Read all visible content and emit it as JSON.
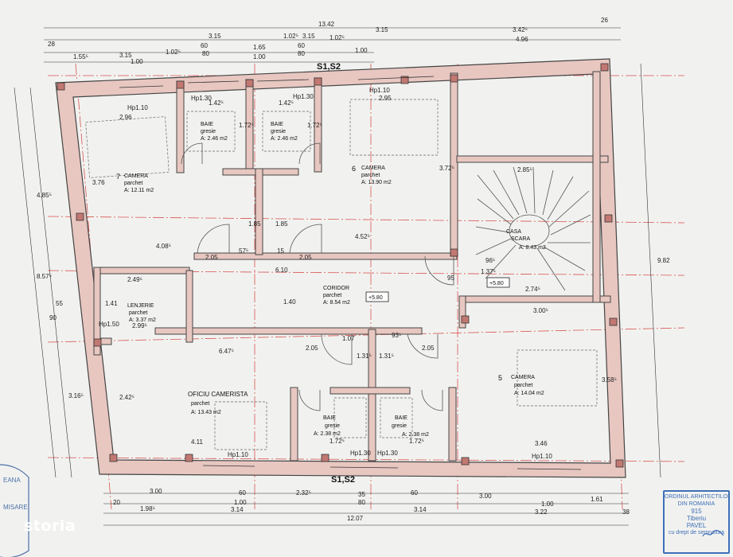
{
  "rooms": {
    "camera7": {
      "number": "7",
      "name": "CAMERA",
      "floor": "parchet",
      "area": "A: 12.11 m2"
    },
    "baie1": {
      "name": "BAIE",
      "floor": "gresie",
      "area": "A: 2.46 m2"
    },
    "baie2": {
      "name": "BAIE",
      "floor": "gresie",
      "area": "A: 2.46 m2"
    },
    "camera6": {
      "number": "6",
      "name": "CAMERA",
      "floor": "parchet",
      "area": "A: 13.90 m2"
    },
    "casa_scara": {
      "name1": "CASA",
      "name2": "SCARA",
      "area": "A: 8.43 m2",
      "level": "+5.80"
    },
    "coridor": {
      "name": "CORIDOR",
      "floor": "parchet",
      "area": "A: 8.54 m2",
      "level": "+5.80"
    },
    "lenjerie": {
      "name": "LENJERIE",
      "floor": "parchet",
      "area": "A: 3.37 m2"
    },
    "oficiu": {
      "name": "OFICIU CAMERISTA",
      "floor": "parchet",
      "area": "A: 13.43 m2"
    },
    "baie3": {
      "name": "BAIE",
      "floor": "gresie",
      "area": "A: 2.38 m2"
    },
    "baie4": {
      "name": "BAIE",
      "floor": "gresie",
      "area": "A: 2.38 m2"
    },
    "camera5": {
      "number": "5",
      "name": "CAMERA",
      "floor": "parchet",
      "area": "A: 14.04 m2"
    }
  },
  "section_marks": {
    "top": "S1,S2",
    "bottom": "S1,S2"
  },
  "dimensions": {
    "top_row1": [
      "28",
      "3.15",
      "13.42",
      "3.15",
      "26"
    ],
    "top_row1b": [
      "1.55⁵",
      "1.02⁵",
      "3.42⁵",
      "4.96"
    ],
    "top_row2": [
      "3.15",
      "1.02⁵",
      "60",
      "1.65",
      "60",
      "1.02⁵",
      "3.15"
    ],
    "top_row3": [
      "1.00",
      "80",
      "1.00",
      "80",
      "1.00"
    ],
    "left": [
      "4.85⁵",
      "8.57⁵",
      "90",
      "55",
      "3.16⁵"
    ],
    "right": [
      "9.82"
    ],
    "bottom_row1": [
      "3.00",
      "60",
      "2.32⁵",
      "60",
      "3.00"
    ],
    "bottom_row2": [
      "20",
      "1.00",
      "35",
      "1.00"
    ],
    "bottom_row3": [
      "1.98⁵",
      "3.14",
      "80",
      "3.14",
      "3.22",
      "38"
    ],
    "bottom_row4": [
      "12.07",
      "1.61"
    ],
    "hp_top": [
      "Hp1.30",
      "Hp1.30",
      "Hp1.10",
      "Hp1.10"
    ],
    "hp_bottom": [
      "Hp1.10",
      "Hp1.30",
      "Hp1.30",
      "Hp1.10"
    ],
    "inner": [
      "2.96",
      "1.42⁵",
      "1.42⁵",
      "2.95",
      "1.72⁵",
      "1.72⁵",
      "3.76",
      "3.72⁵",
      "2.85⁵",
      "4.08⁵",
      "4.52⁵",
      "6.10",
      "1.85",
      "1.85",
      "57⁵",
      "15",
      "2.05",
      "2.05",
      "96⁵",
      "95",
      "1.37⁵",
      "2.74⁵",
      "3.00⁵",
      "2.49⁵",
      "2.99⁵",
      "1.41",
      "Hp1.50",
      "6.47⁵",
      "1.40",
      "1.07",
      "93⁵",
      "2.05",
      "2.05",
      "2.42⁵",
      "4.11",
      "3.46",
      "3.58⁵",
      "1.72⁵",
      "1.72⁵",
      "1.31⁵",
      "1.31⁵"
    ]
  },
  "branding": {
    "logo": "storia"
  },
  "stamp": {
    "line1": "ORDINUL ARHITECTILOR",
    "line2": "DIN ROMANIA",
    "number": "915",
    "name1": "Tiberiu",
    "name2": "PAVEL",
    "note": "cu drept de semnatura"
  },
  "circle_stamp": {
    "text1": "EANA",
    "text2": "MISARE"
  },
  "colors": {
    "wall": "#e8c7c1",
    "axis": "#d9534f",
    "paper": "#f1f2f0",
    "stamp": "#3f6fb6"
  }
}
